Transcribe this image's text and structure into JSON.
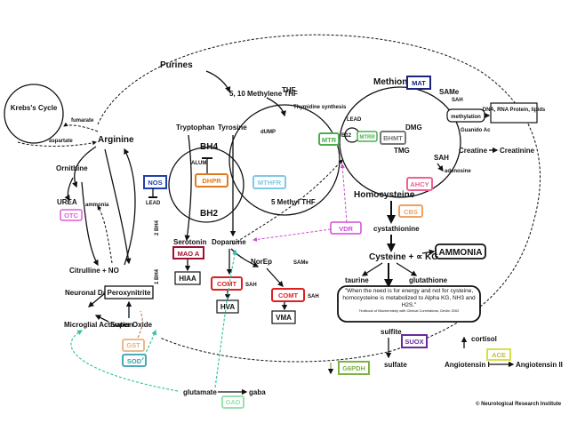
{
  "nodes": {
    "krebs_cycle": "Krebs's Cycle",
    "fumarate": "fumarate",
    "aspartate": "aspartate",
    "arginine": "Arginine",
    "ornithine": "Ornithine",
    "urea": "UREA",
    "ammonia_small": "ammonia",
    "lead_nos": "LEAD",
    "two_bh4": "2 BH4",
    "one_bh4": "1 BH4",
    "citrulline_no": "Citrulline + NO",
    "neuronal_damage": "Neuronal Damage",
    "microglial_activation": "Microglial Activation",
    "peroxynitrite": "Peroxynitrite",
    "super_oxide": "Super Oxide",
    "purines": "Purines",
    "methylene_thf": "5, 10 Methylene THF",
    "thf": "THF",
    "thymidine_synthesis": "Thymidine synthesis",
    "dump": "dUMP",
    "tryptophan": "Tryptophan",
    "tyrosine": "Tyrosine",
    "bh4": "BH4",
    "alum": "ALUM",
    "bh2": "BH2",
    "methyl_thf": "5 Methyl THF",
    "serotonin": "Serotonin",
    "dopamine": "Dopamine",
    "hiaa": "HIAA",
    "norep": "NorEp",
    "same_mid": "SAMe",
    "sah_comt1": "SAH",
    "sah_comt2": "SAH",
    "hva": "HVA",
    "vma": "VMA",
    "methionine": "Methionine",
    "same": "SAMe",
    "sah_top": "SAH",
    "methylation": "methylation",
    "dna_rna": "DNA, RNA Protein, lipids",
    "guanido_ac": "Guanido Ac",
    "creatine": "Creatine",
    "creatinine": "Creatinine",
    "sah": "SAH",
    "adenosine": "adenosine",
    "lead_mtr": "LEAD",
    "b12": "B12",
    "dmg": "DMG",
    "tmg": "TMG",
    "homocysteine": "Homocysteine",
    "cystathionine": "cystathionine",
    "ammonia_big": "AMMONIA",
    "cysteine_kg": "Cysteine + ∝ KG",
    "taurine": "taurine",
    "glutathione": "glutathione",
    "quote": "\"When the need is for energy and not for cysteine, homocysteine is metabolized to Alpha KG, NH3 and H2S.\"",
    "quote_source": "Textbook of Biochemistry with Clinical Correlations, Devlin 2002",
    "sulfite": "sulfite",
    "sulfate": "sulfate",
    "cortisol": "cortisol",
    "angiotensin_1": "Angiotensin I",
    "angiotensin_2": "Angiotensin II",
    "glutamate": "glutamate",
    "gaba": "gaba",
    "credit": "© Neurological Research Institute"
  },
  "enzymes": {
    "nos": "NOS",
    "otc": "OTC",
    "dhpr": "DHPR",
    "mthfr": "MTHFR",
    "mtr": "MTR",
    "mtrr": "MTRR",
    "mat": "MAT",
    "bhmt": "BHMT",
    "ahcy": "AHCY",
    "cbs": "CBS",
    "vdr": "VDR",
    "mao_a": "MAO A",
    "comt1": "COMT",
    "comt2": "COMT",
    "gst": "GST",
    "sod": "SOD",
    "suox": "SUOX",
    "g6pdh": "G6PDH",
    "ace": "ACE",
    "gad": "GAD"
  },
  "colors": {
    "nos": "#1f3fb0",
    "otc": "#e05ad8",
    "dhpr": "#e07a20",
    "mthfr": "#7fc8e8",
    "mtr": "#4caf50",
    "mtrr": "#4caf50",
    "mat": "#1a237e",
    "bhmt": "#777777",
    "ahcy": "#f06090",
    "cbs": "#f0a060",
    "vdr": "#d04bd4",
    "mao_a": "#a01030",
    "comt": "#e02020",
    "gst": "#e8b080",
    "sod": "#35a0b0",
    "suox": "#6a2a9a",
    "g6pdh": "#7cb342",
    "ace": "#d4e04a",
    "gad": "#9ae0b0"
  }
}
